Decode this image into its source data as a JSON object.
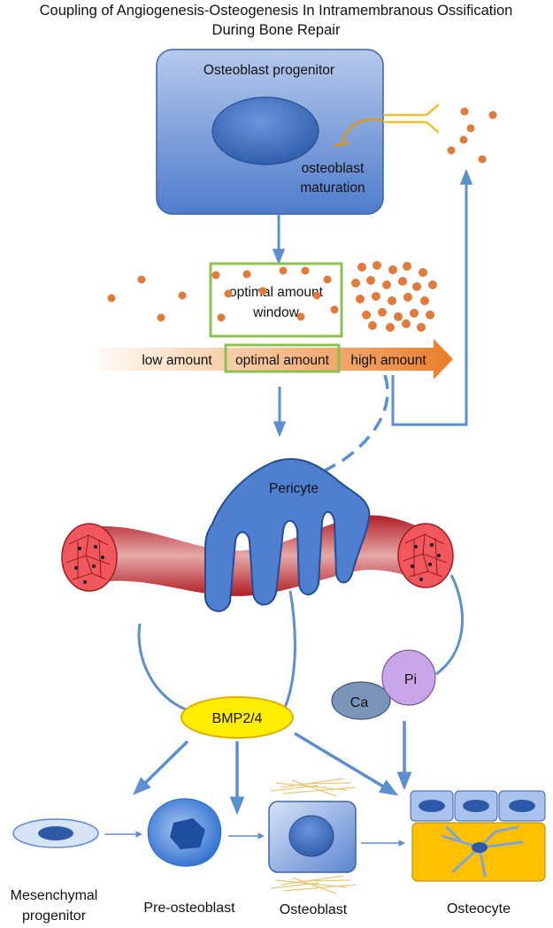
{
  "title_line1": "Coupling of Angiogenesis-Osteogenesis In Intramembranous Ossification",
  "title_line2": "During Bone Repair",
  "progenitor": {
    "label": "Osteoblast progenitor",
    "maturation_label": "osteoblast maturation"
  },
  "window": {
    "label_line1": "optimal  amount",
    "label_line2": "window"
  },
  "gradient": {
    "low": "low amount",
    "optimal": "optimal amount",
    "high": "high amount"
  },
  "pericyte": {
    "label": "Pericyte"
  },
  "minerals": {
    "pi": "Pi",
    "ca": "Ca"
  },
  "bmp": {
    "label": "BMP2/4"
  },
  "stages": {
    "mesenchymal_line1": "Mesenchymal",
    "mesenchymal_line2": "progenitor",
    "preosteoblast": "Pre-osteoblast",
    "osteoblast": "Osteoblast",
    "osteocyte": "Osteocyte"
  },
  "colors": {
    "cell_blue": "#4f7fcf",
    "arrow_blue": "#5b8fd0",
    "dot_orange": "#e07b39",
    "window_green": "#8cc152",
    "vessel_red": "#c0272d",
    "bmp_yellow": "#ffee00",
    "pi_purple": "#c9a6e8",
    "osteocyte_gold": "#ffc000"
  }
}
